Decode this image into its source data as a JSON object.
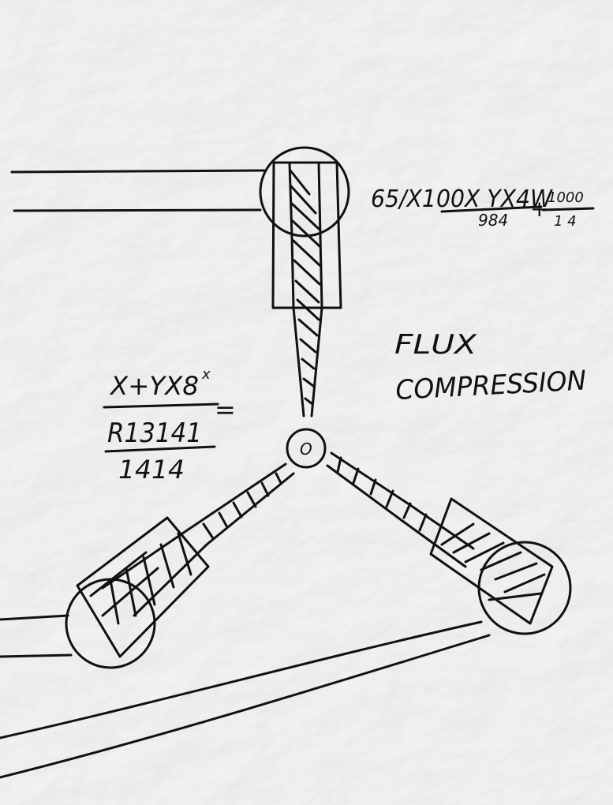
{
  "diagram": {
    "label": {
      "line1": "FLUX",
      "line2": "COMPRESSION"
    },
    "formula_top": {
      "numerator": "65/X100X YX4W",
      "denominator": "984",
      "plus": "+",
      "frac_numerator": "1000",
      "frac_denominator": "1 4"
    },
    "formula_left": {
      "line1": "X+YX8",
      "superscript": "x",
      "line2": "R13141",
      "equals": "=",
      "line3": "1414"
    },
    "hub_label": "O"
  },
  "colors": {
    "paper": "#f2f2f0",
    "ink": "#111111"
  }
}
